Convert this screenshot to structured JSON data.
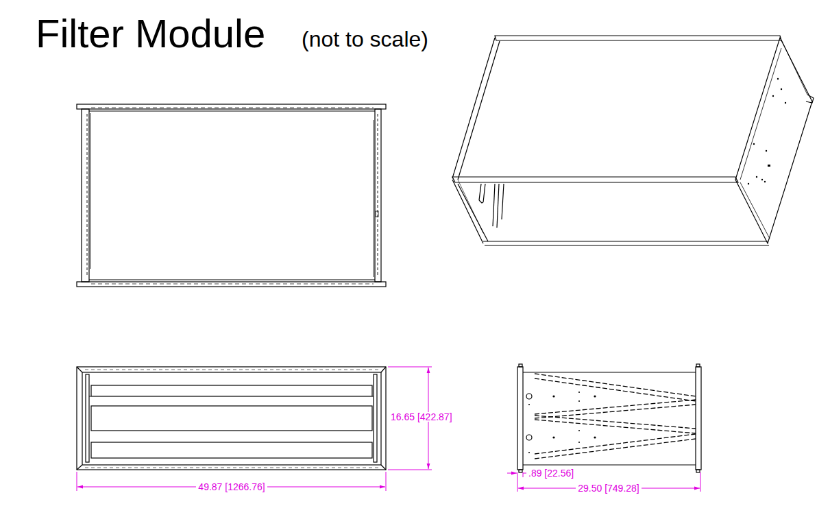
{
  "diagram": {
    "title": "Filter Module",
    "labels": [
      "(not to scale)",
      "16.65 [422.87]",
      "49.87 [1266.76]",
      ".89 [22.56]",
      "29.50 [749.28]"
    ]
  }
}
